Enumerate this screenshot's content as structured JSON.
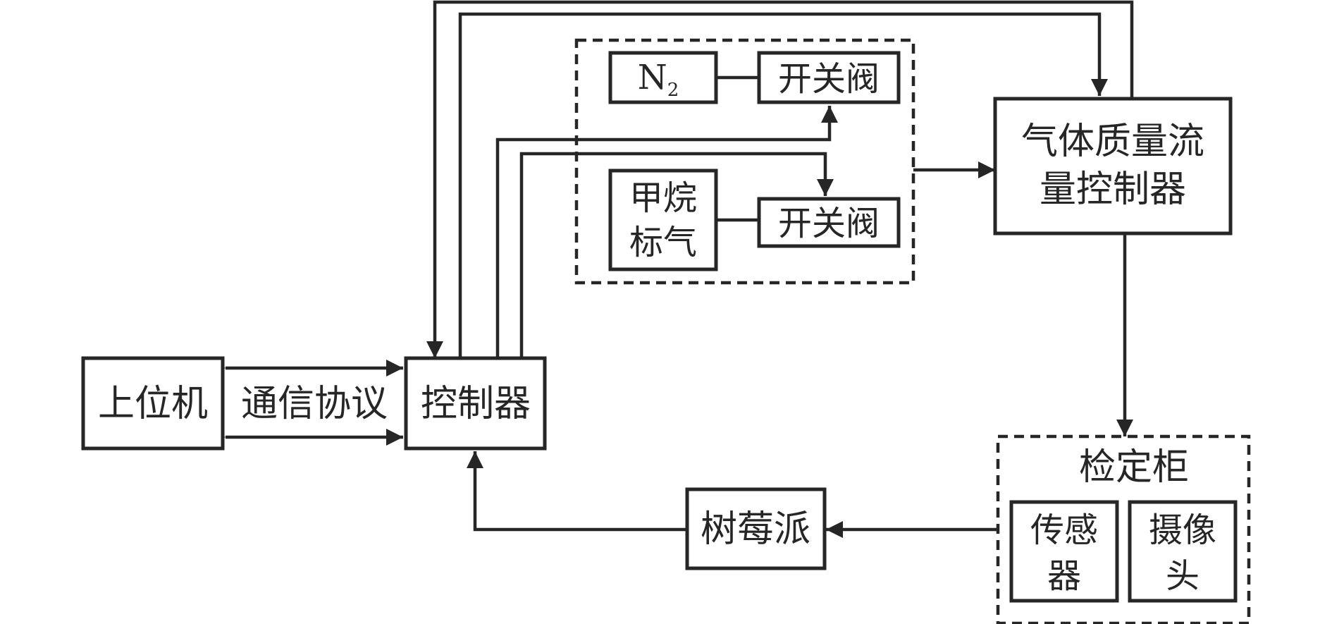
{
  "diagram": {
    "upper_computer": "上位机",
    "protocol": "通信协议",
    "controller": "控制器",
    "n2": {
      "base": "N",
      "subscript": "2"
    },
    "valve_top": "开关阀",
    "methane_line1": "甲烷",
    "methane_line2": "标气",
    "valve_bottom": "开关阀",
    "mfc_line1": "气体质量流",
    "mfc_line2": "量控制器",
    "cabinet": "检定柜",
    "sensor_line1": "传感",
    "sensor_line2": "器",
    "camera_line1": "摄像",
    "camera_line2": "头",
    "raspberry_pi": "树莓派"
  },
  "colors": {
    "stroke": "#262626",
    "background": "#ffffff"
  }
}
